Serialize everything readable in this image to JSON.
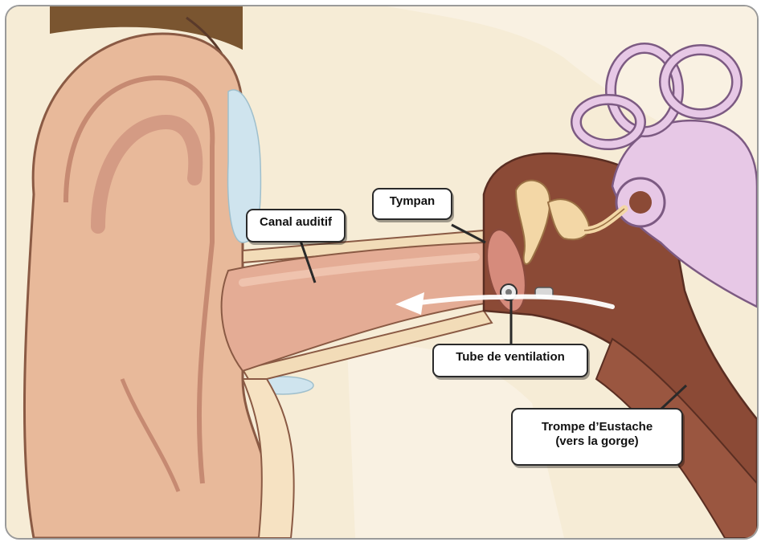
{
  "labels": {
    "canal": "Canal auditif",
    "tympan": "Tympan",
    "tube": "Tube de ventilation",
    "trompe_line1": "Trompe d’Eustache",
    "trompe_line2": "(vers la gorge)"
  },
  "colors": {
    "background": "#f6ecd6",
    "skin": "#e8b99a",
    "skin_shadow": "#d49b84",
    "canal": "#e4ac95",
    "middle_ear": "#8b4a36",
    "cochlea": "#e7c8e6",
    "bone": "#f3d7a6",
    "cartilage_blue": "#cfe4ee",
    "hair": "#7a5530"
  }
}
